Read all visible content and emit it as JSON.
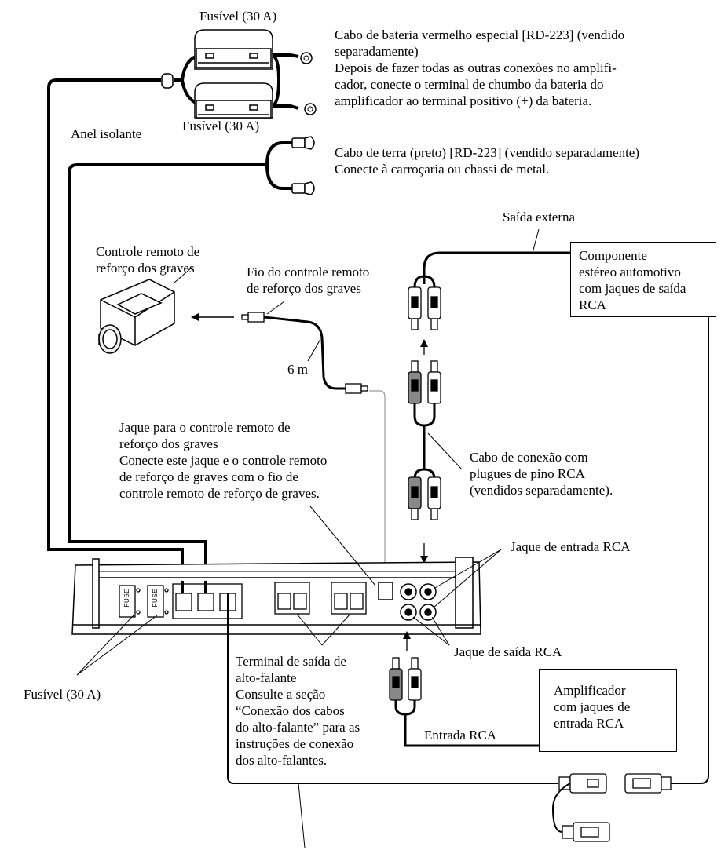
{
  "labels": {
    "fuse_top": "Fusível (30 A)",
    "fuse_mid": "Fusível (30 A)",
    "insulating_ring": "Anel isolante",
    "battery_cable": [
      "Cabo de bateria vermelho especial [RD-223] (vendido",
      "separadamente)",
      "Depois de fazer todas as outras conexões no amplifi-",
      "cador, conecte o terminal de chumbo da bateria do",
      "amplificador ao terminal positivo (+) da bateria."
    ],
    "ground_cable": [
      "Cabo de terra (preto) [RD-223] (vendido separadamente)",
      "Conecte à carroçaria ou chassi de metal."
    ],
    "external_output": "Saída externa",
    "bass_remote": [
      "Controle remoto de",
      "reforço dos graves"
    ],
    "bass_remote_wire": [
      "Fio do controle remoto",
      "de reforço dos graves"
    ],
    "length": "6 m",
    "jack_remote": [
      "Jaque para o controle remoto de",
      "reforço dos graves",
      "Conecte este jaque e o controle remoto",
      "de reforço de graves com o fio de",
      "controle remoto de reforço de graves."
    ],
    "rca_cable": [
      "Cabo de conexão com",
      "plugues de pino RCA",
      "(vendidos separadamente)."
    ],
    "rca_input_jack": "Jaque de entrada RCA",
    "rca_output_jack": "Jaque de saída RCA",
    "speaker_terminal": [
      "Terminal de saída de",
      "alto-falante",
      "Consulte a seção",
      "“Conexão dos cabos",
      "do alto-falante” para as",
      "instruções de conexão",
      "dos alto-falantes."
    ],
    "fuse_bottom": "Fusível (30 A)",
    "rca_input": "Entrada RCA",
    "fuse_marking": "FUSE"
  },
  "boxes": {
    "stereo_component": [
      "Componente",
      "estéreo automotivo",
      "com jaques de saída",
      "RCA"
    ],
    "amplifier_rca": [
      "Amplificador",
      "com jaques de",
      "entrada RCA"
    ]
  }
}
